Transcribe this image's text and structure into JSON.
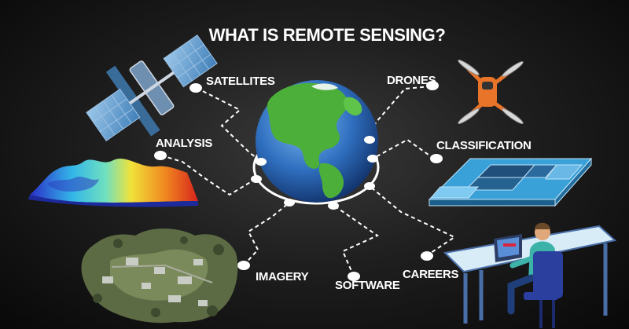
{
  "title": "WHAT IS REMOTE SENSING?",
  "labels": {
    "satellites": "SATELLITES",
    "drones": "DRONES",
    "analysis": "ANALYSIS",
    "classification": "CLASSIFICATION",
    "imagery": "IMAGERY",
    "software": "SOFTWARE",
    "careers": "CAREERS"
  },
  "icons": [
    "satellite-icon",
    "drone-icon",
    "globe-icon",
    "terrain-heatmap-icon",
    "classification-grid-icon",
    "aerial-imagery-icon",
    "desk-worker-icon"
  ],
  "colors": {
    "background": "#1f1f1f",
    "ocean": "#2f6fbf",
    "land": "#4caf3a",
    "drone_orange": "#e8742a",
    "grid_blue": "#3aa0d8"
  }
}
